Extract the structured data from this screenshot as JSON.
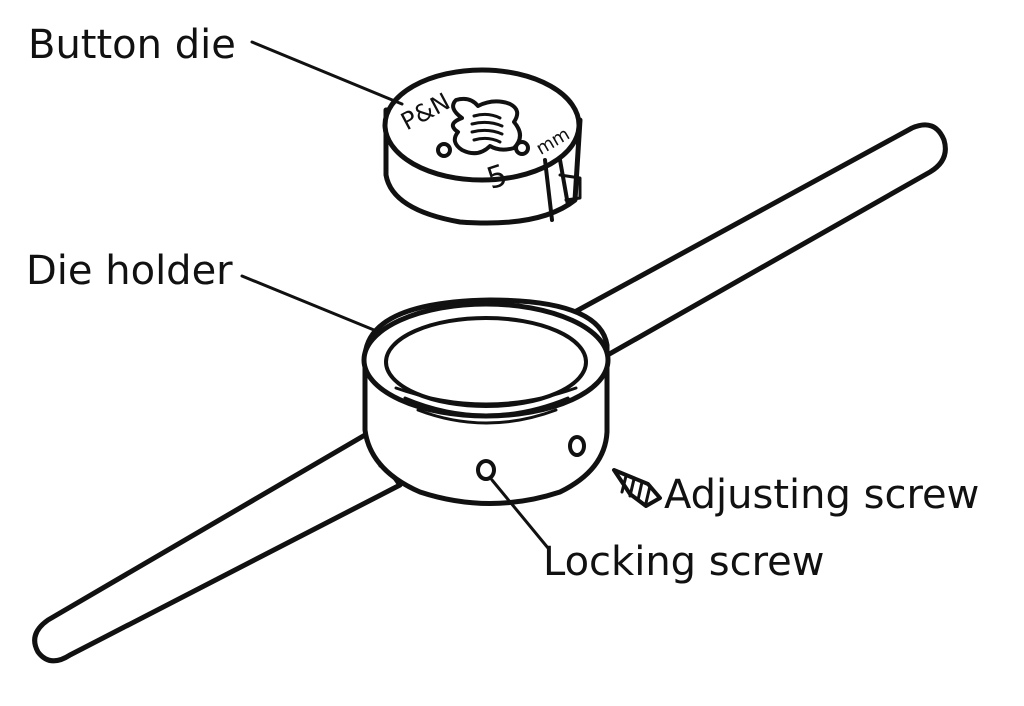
{
  "labels": {
    "button_die": "Button die",
    "die_holder": "Die holder",
    "adjusting_screw": "Adjusting screw",
    "locking_screw": "Locking screw"
  },
  "die_markings": {
    "maker": "P&N",
    "size": "5",
    "unit": "mm"
  },
  "colors": {
    "ink": "#111111",
    "paper": "#ffffff"
  }
}
